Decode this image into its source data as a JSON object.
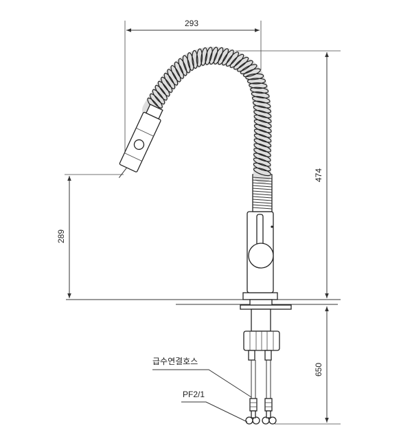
{
  "dimensions": {
    "spout_reach": "293",
    "total_height": "474",
    "spout_height": "289",
    "hose_length": "650"
  },
  "notes": {
    "supply_hose": "급수연결호스",
    "thread": "PF2/1"
  }
}
